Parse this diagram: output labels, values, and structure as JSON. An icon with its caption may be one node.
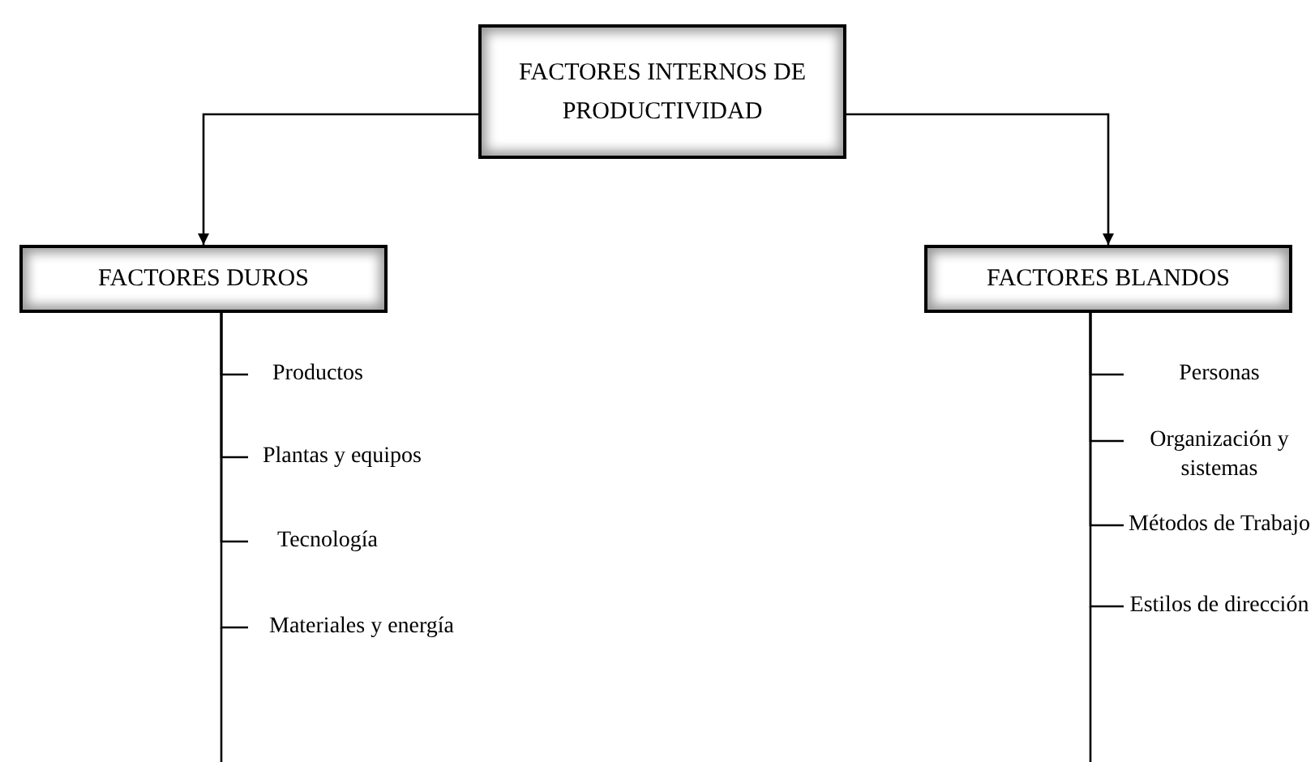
{
  "diagram": {
    "nodes": [
      {
        "text": [
          "FACTORES INTERNOS DE PRODUCTIVIDAD"
        ]
      },
      {
        "text": [
          "FACTORES DUROS"
        ]
      },
      {
        "text": [
          "FACTORES BLANDOS"
        ]
      },
      {
        "text": [
          "Productos"
        ]
      },
      {
        "text": [
          "Plantas y equipos"
        ]
      },
      {
        "text": [
          "Tecnología"
        ]
      },
      {
        "text": [
          "Materiales y energía"
        ]
      },
      {
        "text": [
          "Personas"
        ]
      },
      {
        "text": [
          "Organización y sistemas"
        ]
      },
      {
        "text": [
          "Métodos de Trabajo"
        ]
      },
      {
        "text": [
          "Estilos de dirección"
        ]
      }
    ],
    "edges": [
      {
        "from": 0,
        "to": 1,
        "arrow": "to"
      },
      {
        "from": 0,
        "to": 2,
        "arrow": "to"
      },
      {
        "from": 1,
        "to": 3,
        "arrow": "none"
      },
      {
        "from": 1,
        "to": 4,
        "arrow": "none"
      },
      {
        "from": 1,
        "to": 5,
        "arrow": "none"
      },
      {
        "from": 1,
        "to": 6,
        "arrow": "none"
      },
      {
        "from": 2,
        "to": 7,
        "arrow": "none"
      },
      {
        "from": 2,
        "to": 8,
        "arrow": "none"
      },
      {
        "from": 2,
        "to": 9,
        "arrow": "none"
      },
      {
        "from": 2,
        "to": 10,
        "arrow": "none"
      }
    ]
  }
}
